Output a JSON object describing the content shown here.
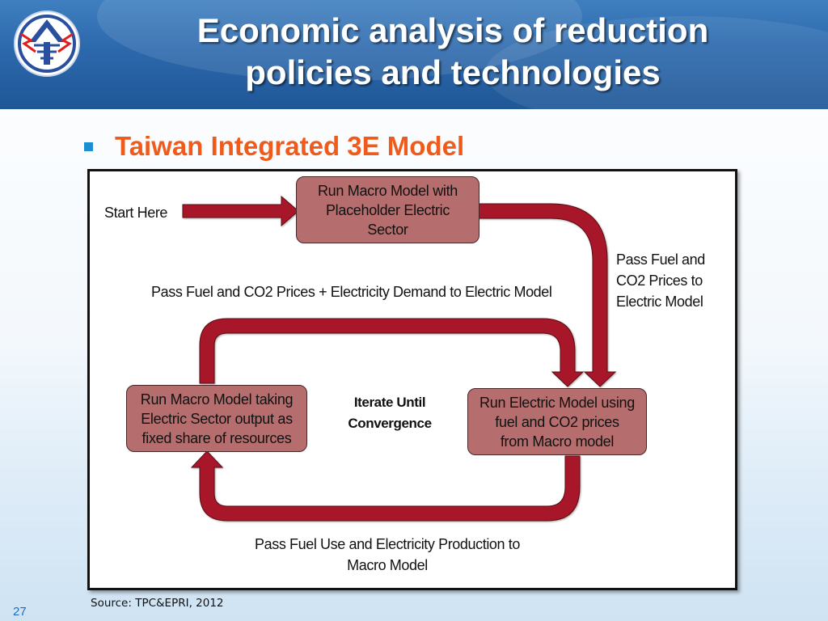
{
  "slide": {
    "title_line1": "Economic analysis of reduction",
    "title_line2": "policies and technologies",
    "subtitle": "Taiwan Integrated 3E Model",
    "source": "Source:  TPC&EPRI, 2012",
    "page_number": "27"
  },
  "logo": {
    "icon": "taipower-logo-icon",
    "color": "#e02020",
    "ring": "#2a4f9e"
  },
  "colors": {
    "header": "#2d6aae",
    "arrow": "#a8152a",
    "node_fill": "#b56d6d",
    "subtitle": "#f05a1a",
    "bullet": "#1b8fd0"
  },
  "diagram": {
    "start_label": "Start Here",
    "node_macro_start": [
      "Run Macro Model with",
      "Placeholder Electric",
      "Sector"
    ],
    "node_macro_taking": [
      "Run Macro Model taking",
      "Electric Sector output as",
      "fixed  share of resources"
    ],
    "node_electric": [
      "Run Electric Model using",
      "fuel and CO2 prices",
      "from Macro model"
    ],
    "label_pass_prices_demand": "Pass Fuel and CO2 Prices + Electricity Demand to Electric Model",
    "label_pass_fuel_co2": [
      "Pass Fuel and",
      "CO2 Prices to",
      "Electric Model"
    ],
    "label_iterate": [
      "Iterate Until",
      "Convergence"
    ],
    "label_pass_fuel_use": [
      "Pass Fuel Use and Electricity Production to",
      "Macro Model"
    ]
  }
}
